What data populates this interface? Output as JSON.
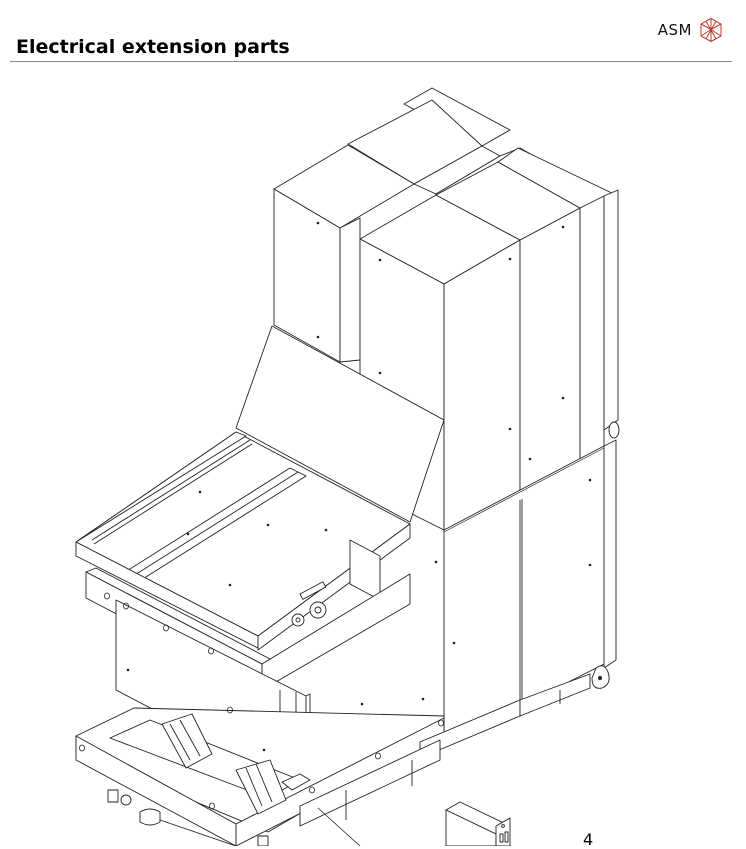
{
  "header": {
    "brand_name": "ASM",
    "brand_logo_icon": "asm-cube-logo-icon",
    "brand_color": "#c0392b",
    "title": "Electrical extension parts",
    "rule_color": "#8a8a8a"
  },
  "figure": {
    "type": "isometric line drawing",
    "subject": "machine with cabinets, tray module and base frame",
    "callouts": [
      {
        "label": "4"
      }
    ]
  }
}
